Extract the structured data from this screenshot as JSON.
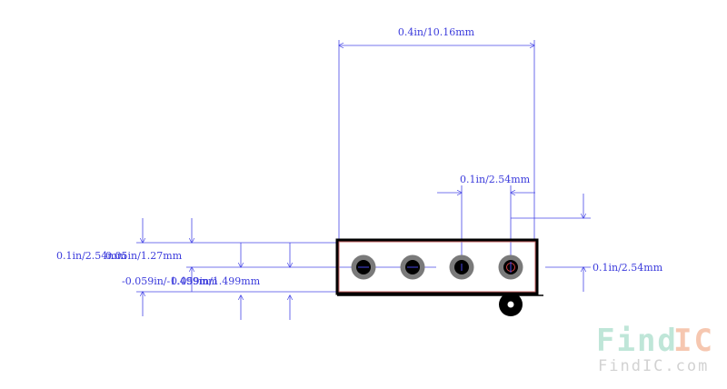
{
  "dimensions": {
    "top_width": "0.4in/10.16mm",
    "pin_pitch_top": "0.1in/2.54mm",
    "pin_pitch_right": "0.1in/2.54mm",
    "left_height": "0.1in/2.54mm",
    "left_half": "0.05in/1.27mm",
    "left_offset_a": "-0.059in/-1.499mm",
    "left_offset_b": "0.059in/1.499mm"
  },
  "watermark": {
    "brand_part1": "Find",
    "brand_part2": "IC",
    "url": "FindIC.com"
  },
  "colors": {
    "dimension": "#4646e6",
    "outline": "#000000",
    "pad": "#7a7a7a",
    "courtyard": "#c86464",
    "wm_find": "#bfe6d8",
    "wm_ic": "#f6c7b0"
  }
}
